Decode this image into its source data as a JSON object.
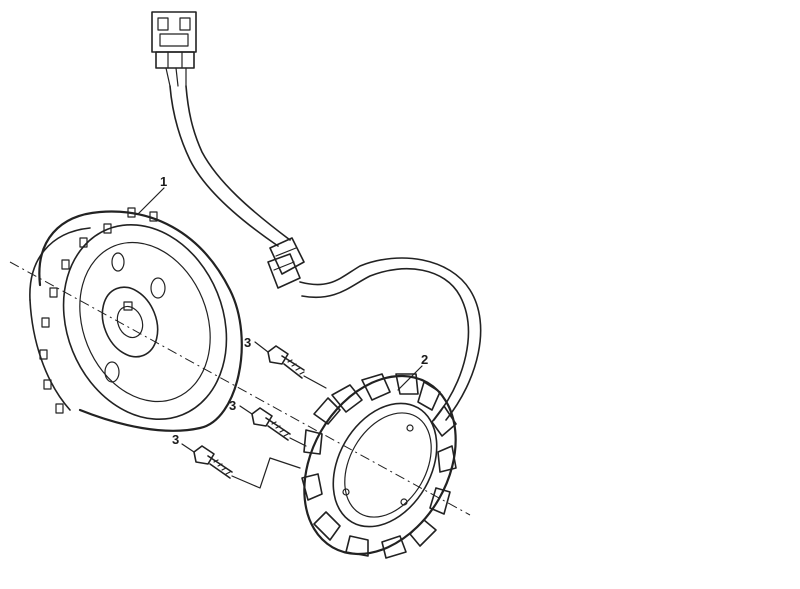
{
  "callouts": {
    "flywheel": "1",
    "stator": "2",
    "bolt_top": "3",
    "bolt_mid": "3",
    "bolt_bottom": "3"
  },
  "colors": {
    "line": "#222222",
    "background": "#ffffff"
  }
}
